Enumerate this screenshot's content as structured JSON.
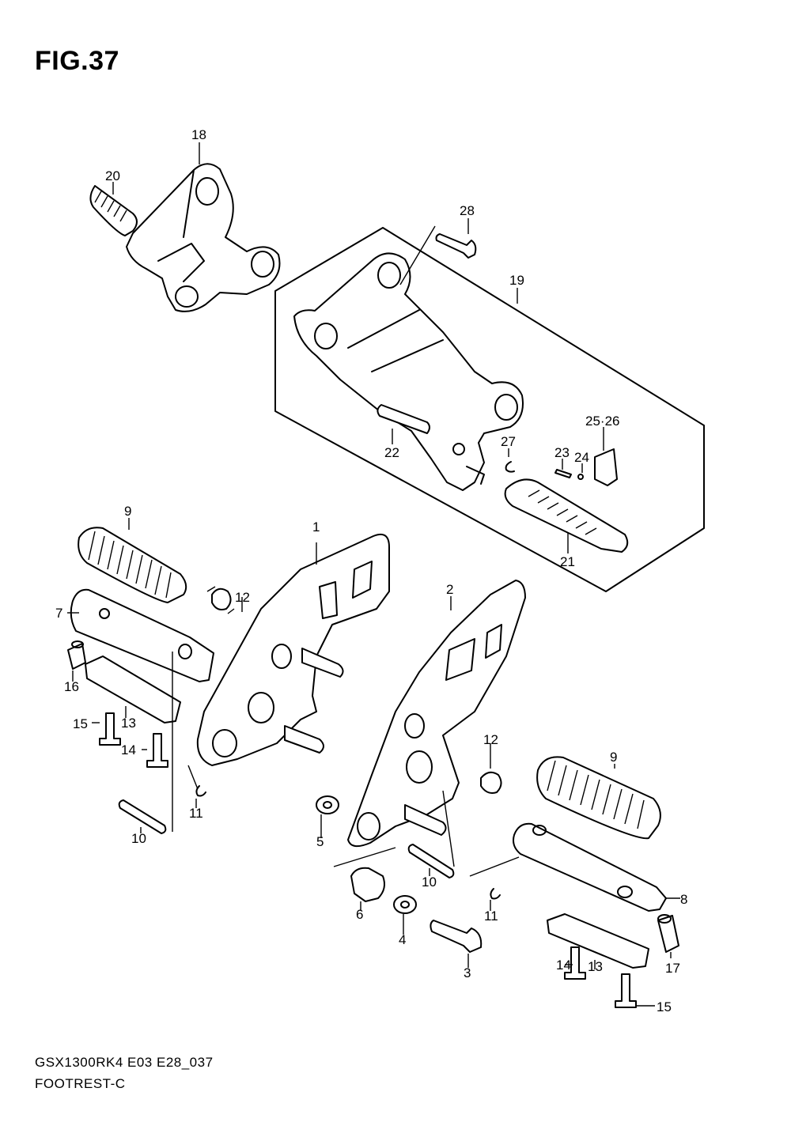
{
  "figure": {
    "title": "FIG.37"
  },
  "footer": {
    "model_code": "GSX1300RK4 E03 E28_037",
    "part_group_name": "FOOTREST-C"
  },
  "callouts": {
    "p1": "1",
    "p2": "2",
    "p3": "3",
    "p4": "4",
    "p5": "5",
    "p6": "6",
    "p7": "7",
    "p8": "8",
    "p9a": "9",
    "p9b": "9",
    "p10a": "10",
    "p10b": "10",
    "p11a": "11",
    "p11b": "11",
    "p12a": "12",
    "p12b": "12",
    "p13a": "13",
    "p13b": "13",
    "p14a": "14",
    "p14b": "14",
    "p15a": "15",
    "p15b": "15",
    "p16": "16",
    "p17": "17",
    "p18": "18",
    "p19": "19",
    "p20": "20",
    "p21": "21",
    "p22": "22",
    "p23": "23",
    "p24": "24",
    "p25_26": "25·26",
    "p27": "27",
    "p28": "28"
  }
}
